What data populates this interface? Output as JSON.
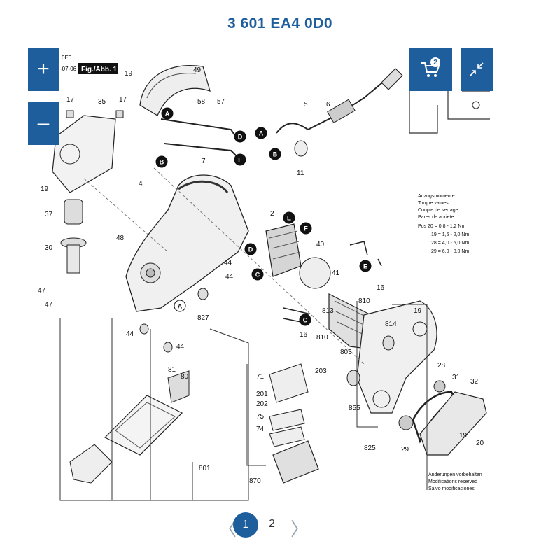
{
  "title": "3 601 EA4 0D0",
  "header_snippet": {
    "line1": "0E0",
    "line2": "-07-06",
    "fig_label": "Fig./Abb. 1"
  },
  "controls": {
    "zoom_in": "+",
    "zoom_out": "–",
    "cart_count": "2"
  },
  "torque": {
    "lines": [
      "Anzugsmomente",
      "Torque values",
      "Couple de serrage",
      "Pares de apriete"
    ],
    "rows": [
      "Pos  20  =  0,8 - 1,2 Nm",
      "19  =  1,6 - 2,0 Nm",
      "28  =  4,0 - 5,0 Nm",
      "29  =  6,0 - 8,0 Nm"
    ]
  },
  "footer_note": [
    "Änderungen vorbehalten",
    "Modifications reserved",
    "Salvo modificaciones"
  ],
  "part_numbers": [
    "49",
    "19",
    "17",
    "35",
    "17",
    "58",
    "57",
    "5",
    "6",
    "7",
    "4",
    "19",
    "11",
    "37",
    "2",
    "40",
    "48",
    "30",
    "44",
    "44",
    "41",
    "16",
    "810",
    "47",
    "47",
    "827",
    "44",
    "813",
    "814",
    "19",
    "44",
    "803",
    "81",
    "80",
    "71",
    "203",
    "201",
    "202",
    "75",
    "74",
    "855",
    "28",
    "31",
    "32",
    "19",
    "801",
    "870",
    "825",
    "29",
    "20",
    "16",
    "810"
  ],
  "callouts": [
    "A",
    "B",
    "D",
    "F",
    "A",
    "B",
    "E",
    "F",
    "D",
    "C",
    "E",
    "C",
    "A"
  ],
  "pagination": {
    "prev": "〈",
    "current": "1",
    "next_page": "2",
    "next": "〉"
  }
}
